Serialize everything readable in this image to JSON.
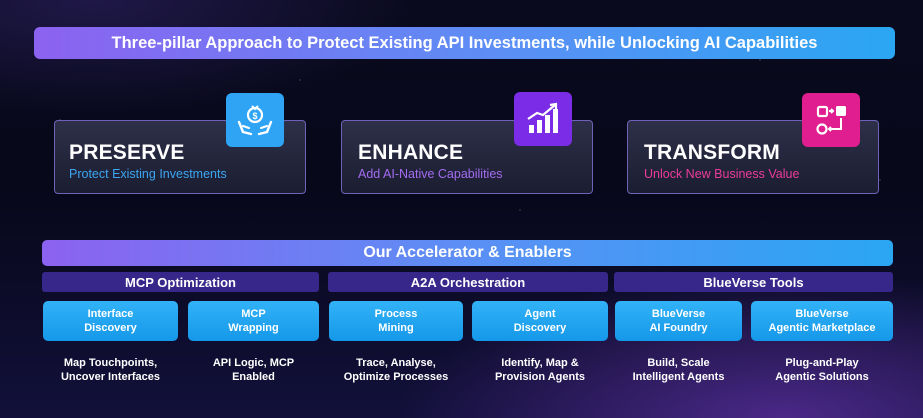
{
  "title": "Three-pillar Approach to Protect Existing API Investments, while Unlocking AI Capabilities",
  "pillars": [
    {
      "name": "PRESERVE",
      "sub": "Protect Existing Investments",
      "icon": "money-bag-hands-icon",
      "accent": "#2fa4f5",
      "sub_color": "#3ba6f2"
    },
    {
      "name": "ENHANCE",
      "sub": "Add AI-Native Capabilities",
      "icon": "growth-chart-icon",
      "accent": "#7a2ce6",
      "sub_color": "#a46cf0"
    },
    {
      "name": "TRANSFORM",
      "sub": "Unlock New Business Value",
      "icon": "workflow-transform-icon",
      "accent": "#e01e8f",
      "sub_color": "#ec3c9b"
    }
  ],
  "accelerator_title": "Our Accelerator & Enablers",
  "categories": [
    {
      "label": "MCP Optimization",
      "items": [
        {
          "tile": [
            "Interface",
            "Discovery"
          ],
          "desc": [
            "Map Touchpoints,",
            "Uncover Interfaces"
          ]
        },
        {
          "tile": [
            "MCP",
            "Wrapping"
          ],
          "desc": [
            "API Logic, MCP",
            "Enabled"
          ]
        }
      ]
    },
    {
      "label": "A2A Orchestration",
      "items": [
        {
          "tile": [
            "Process",
            "Mining"
          ],
          "desc": [
            "Trace, Analyse,",
            "Optimize Processes"
          ]
        },
        {
          "tile": [
            "Agent",
            "Discovery"
          ],
          "desc": [
            "Identify, Map &",
            "Provision Agents"
          ]
        }
      ]
    },
    {
      "label": "BlueVerse Tools",
      "items": [
        {
          "tile": [
            "BlueVerse",
            "AI Foundry"
          ],
          "desc": [
            "Build, Scale",
            "Intelligent Agents"
          ]
        },
        {
          "tile": [
            "BlueVerse",
            "Agentic Marketplace"
          ],
          "desc": [
            "Plug-and-Play",
            "Agentic Solutions"
          ]
        }
      ]
    }
  ]
}
